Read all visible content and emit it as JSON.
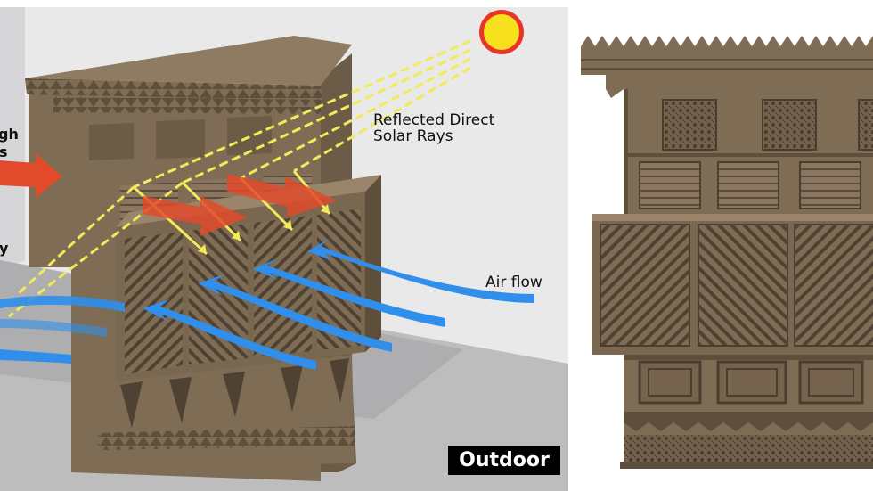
{
  "labels": {
    "reflected_line1": "Reflected Direct",
    "reflected_line2": "Solar Rays",
    "air_flow": "Air flow",
    "outdoor": "Outdoor",
    "cropped_1": "gh",
    "cropped_2": "s",
    "cropped_3": "y"
  },
  "colors": {
    "wood": "#7f6c54",
    "wood_dark": "#5e4f3d",
    "wood_light": "#9a856a",
    "sun": "#f7e11c",
    "sun_ring": "#e9342a",
    "solar_ray": "#f3ea5a",
    "heat_arrow": "#e24a2c",
    "air_arrow": "#2f8fea",
    "floor": "#bfbfbf",
    "wall": "#e9e9ea"
  },
  "icons": {
    "sun": "sun-icon",
    "heat": "heat-arrow-icon",
    "air": "air-flow-arrow-icon"
  }
}
